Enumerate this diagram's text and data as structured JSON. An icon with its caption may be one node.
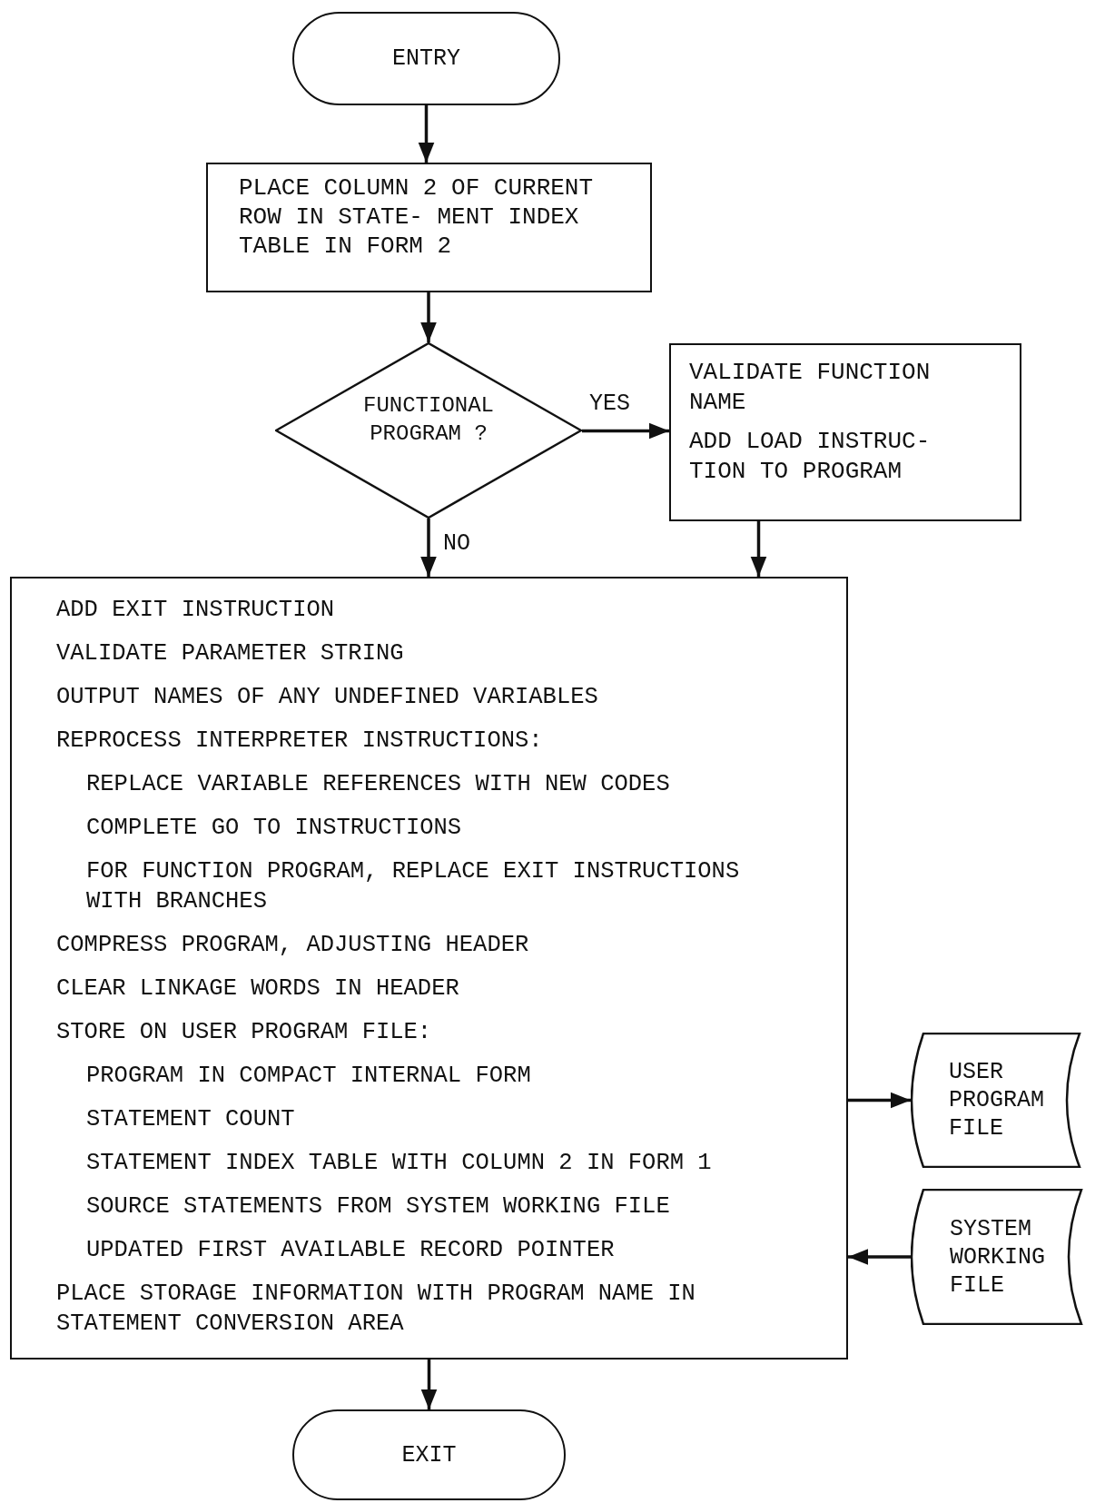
{
  "diagram": {
    "nodes": [
      {
        "text": [
          "ENTRY"
        ]
      },
      {
        "text": [
          "PLACE COLUMN 2 OF CURRENT ROW IN STATE- MENT INDEX TABLE IN FORM 2"
        ]
      },
      {
        "text": [
          "FUNCTIONAL PROGRAM ?"
        ]
      },
      {
        "text": [
          "VALIDATE FUNCTION NAME",
          "ADD LOAD INSTRUC- TION TO PROGRAM"
        ]
      },
      {
        "text": [
          "ADD EXIT INSTRUCTION",
          "VALIDATE PARAMETER STRING",
          "OUTPUT NAMES OF ANY UNDEFINED VARIABLES",
          "REPROCESS INTERPRETER INSTRUCTIONS:",
          "REPLACE VARIABLE REFERENCES WITH NEW CODES",
          "COMPLETE GO TO INSTRUCTIONS",
          "FOR FUNCTION PROGRAM, REPLACE EXIT INSTRUCTIONS WITH BRANCHES",
          "COMPRESS PROGRAM, ADJUSTING HEADER",
          "CLEAR LINKAGE WORDS IN HEADER",
          "STORE ON USER PROGRAM FILE:",
          "PROGRAM IN COMPACT INTERNAL FORM",
          "STATEMENT COUNT",
          "STATEMENT INDEX TABLE WITH COLUMN 2 IN FORM 1",
          "SOURCE STATEMENTS FROM SYSTEM WORKING FILE",
          "UPDATED FIRST AVAILABLE RECORD POINTER",
          "PLACE STORAGE INFORMATION WITH PROGRAM NAME IN STATEMENT CONVERSION AREA"
        ]
      },
      {
        "text": [
          "USER PROGRAM FILE"
        ]
      },
      {
        "text": [
          "SYSTEM WORKING FILE"
        ]
      },
      {
        "text": [
          "EXIT"
        ]
      }
    ],
    "edges": [
      {
        "from": 0,
        "to": 1,
        "arrow": "to"
      },
      {
        "from": 1,
        "to": 2,
        "arrow": "to"
      },
      {
        "from": 2,
        "to": 3,
        "arrow": "to",
        "label": "YES"
      },
      {
        "from": 2,
        "to": 4,
        "arrow": "to",
        "label": "NO"
      },
      {
        "from": 3,
        "to": 4,
        "arrow": "to"
      },
      {
        "from": 4,
        "to": 5,
        "arrow": "to"
      },
      {
        "from": 6,
        "to": 4,
        "arrow": "to"
      },
      {
        "from": 4,
        "to": 7,
        "arrow": "to"
      }
    ]
  }
}
